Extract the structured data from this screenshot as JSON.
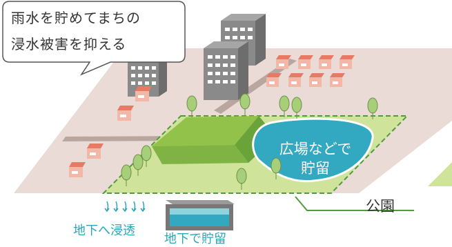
{
  "bubble": {
    "line1": "雨水を貯めてまちの",
    "line2": "浸水被害を抑える"
  },
  "pond": {
    "line1": "広場などで",
    "line2": "貯留"
  },
  "labels": {
    "park": "公園",
    "infiltration": "地下へ浸透",
    "storage": "地下で貯留"
  },
  "colors": {
    "ground": "#eadbd7",
    "park_lawn": "#cfe49a",
    "park_hill": "#93c24a",
    "park_border": "#4f9b3b",
    "pond": "#32a9c0",
    "teal_text": "#2aa6b8",
    "house_roof": "#e67a65",
    "building": "#8a8a8a"
  }
}
